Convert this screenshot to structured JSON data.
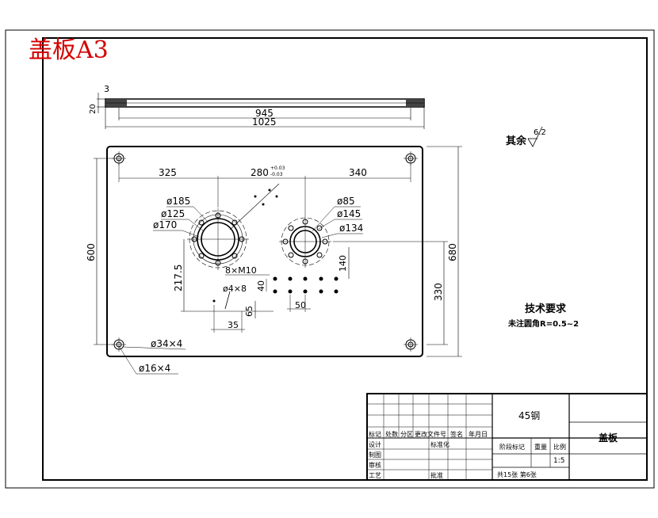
{
  "title": "盖板A3",
  "side_view": {
    "dims": {
      "thickness": "3",
      "height": "20",
      "inner_length": "945",
      "total_length": "1025"
    }
  },
  "plan_view": {
    "dims": {
      "left_offset": "325",
      "center_spacing": "280",
      "center_spacing_tol_upper": "+0.03",
      "center_spacing_tol_lower": "-0.03",
      "right_offset": "340",
      "plate_height_inner": "600",
      "plate_height_total": "680",
      "right_center_height": "330",
      "left_center_height": "217.5",
      "grid_height": "140",
      "grid_row_spacing": "40",
      "grid_col_spacing": "50",
      "small_hole_x": "35",
      "small_hole_y": "65"
    },
    "callouts": {
      "d185": "ø185",
      "d125": "ø125",
      "d170": "ø170",
      "d85": "ø85",
      "d145": "ø145",
      "d134": "ø134",
      "thread_holes": "8×M10",
      "small_holes": "ø4×8",
      "corner_d34": "ø34×4",
      "corner_d16": "ø16×4"
    }
  },
  "surface_finish": {
    "label": "其余",
    "value": "6.2"
  },
  "tech_req": {
    "heading": "技术要求",
    "line1": "未注圆角R=0.5~2"
  },
  "title_block": {
    "material": "45钢",
    "part_name": "盖板",
    "scale": "1:5",
    "sheets": "共15张  第6张",
    "h_mark": "标记",
    "h_count": "处数",
    "h_zone": "分区",
    "h_doc": "更改文件号",
    "h_sign": "签名",
    "h_date": "年月日",
    "r_design": "设计",
    "r_standard": "标准化",
    "r_draw": "制图",
    "r_check": "审核",
    "r_process": "工艺",
    "r_approve": "批准",
    "stage": "阶段标记",
    "weight": "重量",
    "ratio": "比例"
  }
}
